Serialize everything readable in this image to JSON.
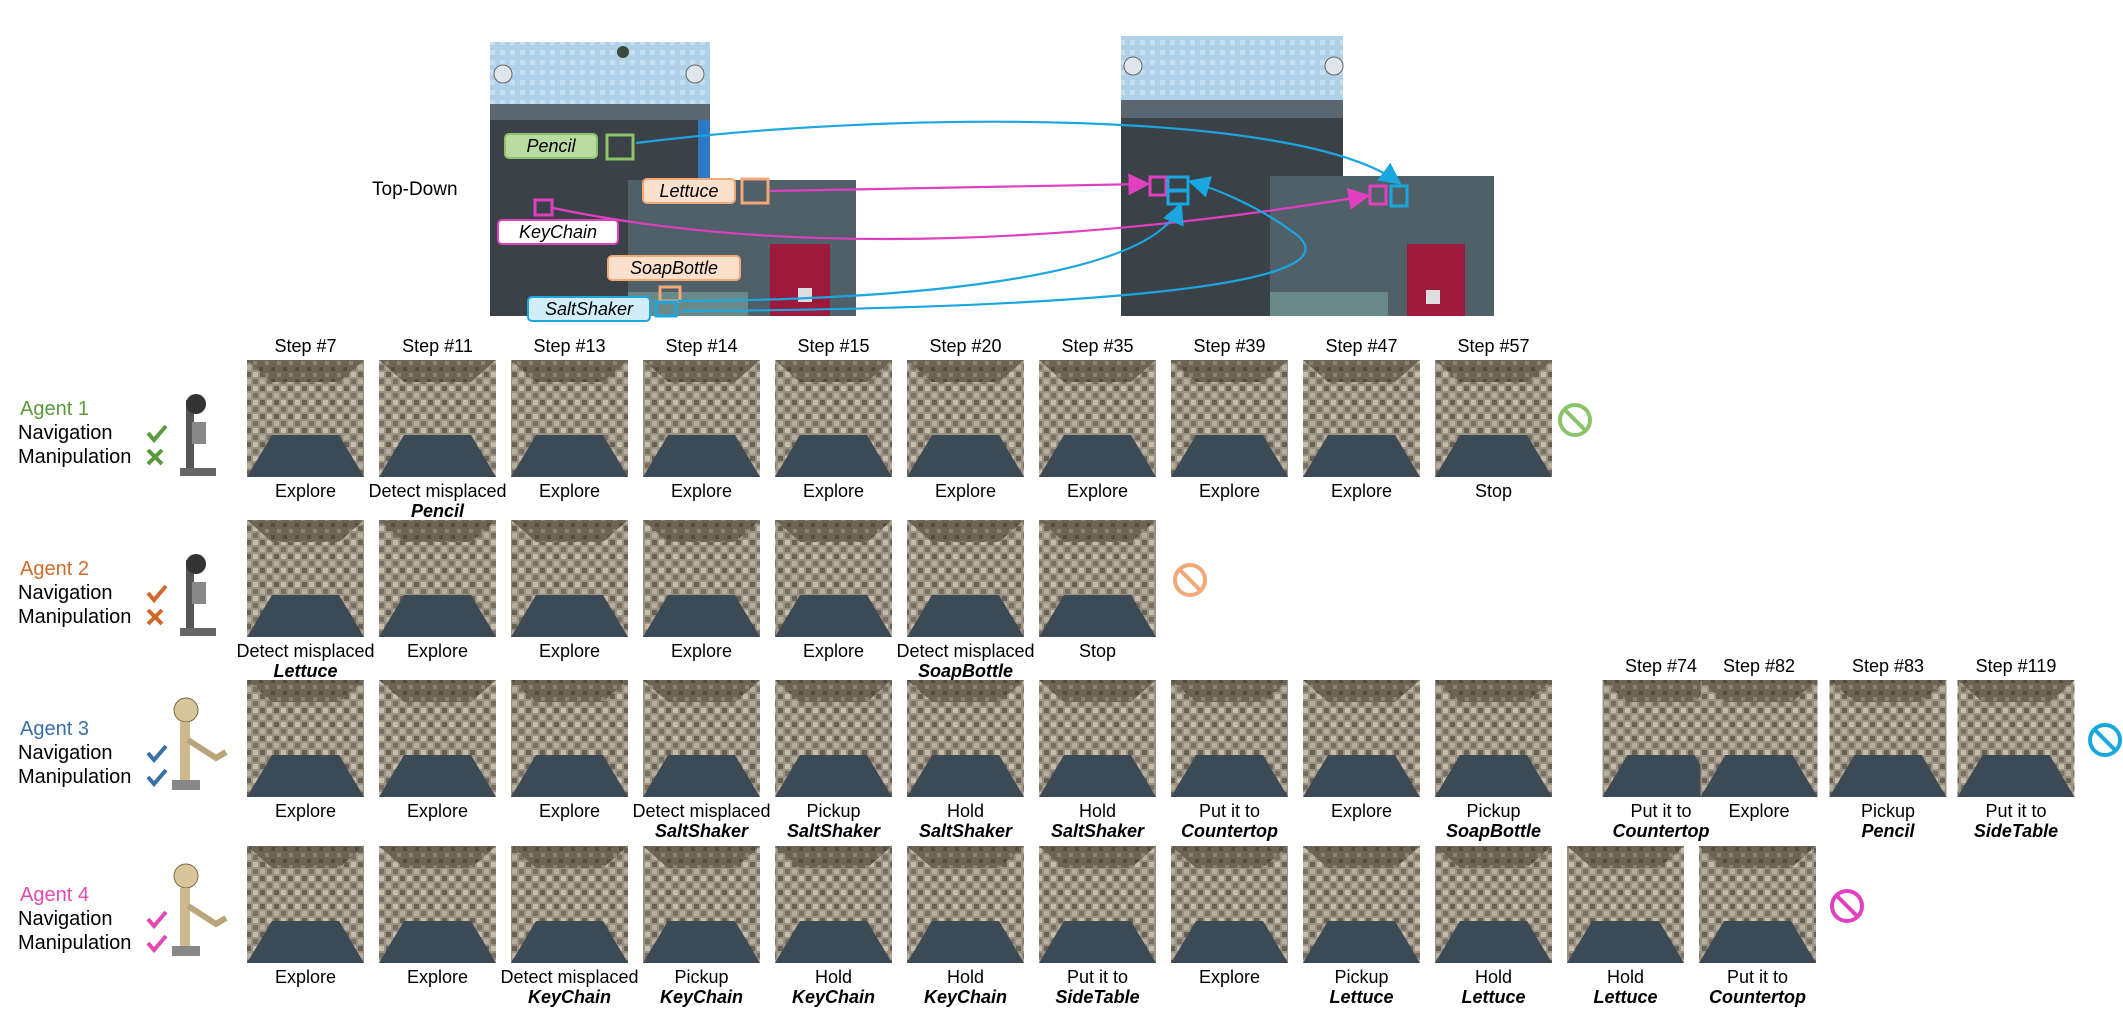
{
  "topdown_label": "Top-Down",
  "colors": {
    "green": "#8cc36a",
    "orange": "#f2a877",
    "pink": "#e040c0",
    "blue": "#1aa7e0",
    "agent1": "#5a9a3c",
    "agent2": "#d06a2a",
    "agent3": "#3a6fa8",
    "agent4": "#e04ab0"
  },
  "object_tags": [
    {
      "label": "Pencil",
      "color": "green"
    },
    {
      "label": "Lettuce",
      "color": "orange"
    },
    {
      "label": "KeyChain",
      "color": "pink"
    },
    {
      "label": "SoapBottle",
      "color": "orange"
    },
    {
      "label": "SaltShaker",
      "color": "blue"
    }
  ],
  "agents": [
    {
      "name": "Agent 1",
      "color": "agent1",
      "navigation_label": "Navigation",
      "manipulation_label": "Manipulation",
      "navigation_ok": true,
      "manipulation_ok": false,
      "robot": "robot-stretch-icon",
      "steps": [
        {
          "step": "Step #7",
          "action": "Explore",
          "object": ""
        },
        {
          "step": "Step #11",
          "action": "Detect misplaced",
          "object": "Pencil"
        },
        {
          "step": "Step #13",
          "action": "Explore",
          "object": ""
        },
        {
          "step": "Step #14",
          "action": "Explore",
          "object": ""
        },
        {
          "step": "Step #15",
          "action": "Explore",
          "object": ""
        },
        {
          "step": "Step #20",
          "action": "Explore",
          "object": ""
        },
        {
          "step": "Step #35",
          "action": "Explore",
          "object": ""
        },
        {
          "step": "Step #39",
          "action": "Explore",
          "object": ""
        },
        {
          "step": "Step #47",
          "action": "Explore",
          "object": ""
        },
        {
          "step": "Step #57",
          "action": "Stop",
          "object": ""
        }
      ]
    },
    {
      "name": "Agent 2",
      "color": "agent2",
      "navigation_label": "Navigation",
      "manipulation_label": "Manipulation",
      "navigation_ok": true,
      "manipulation_ok": false,
      "robot": "robot-stretch-icon",
      "steps": [
        {
          "step": "",
          "action": "Detect misplaced",
          "object": "Lettuce"
        },
        {
          "step": "",
          "action": "Explore",
          "object": ""
        },
        {
          "step": "",
          "action": "Explore",
          "object": ""
        },
        {
          "step": "",
          "action": "Explore",
          "object": ""
        },
        {
          "step": "",
          "action": "Explore",
          "object": ""
        },
        {
          "step": "",
          "action": "Detect misplaced",
          "object": "SoapBottle"
        },
        {
          "step": "",
          "action": "Stop",
          "object": ""
        }
      ]
    },
    {
      "name": "Agent 3",
      "color": "agent3",
      "navigation_label": "Navigation",
      "manipulation_label": "Manipulation",
      "navigation_ok": true,
      "manipulation_ok": true,
      "robot": "robot-arm-icon",
      "steps": [
        {
          "step": "",
          "action": "Explore",
          "object": ""
        },
        {
          "step": "",
          "action": "Explore",
          "object": ""
        },
        {
          "step": "",
          "action": "Explore",
          "object": ""
        },
        {
          "step": "",
          "action": "Detect misplaced",
          "object": "SaltShaker"
        },
        {
          "step": "",
          "action": "Pickup",
          "object": "SaltShaker"
        },
        {
          "step": "",
          "action": "Hold",
          "object": "SaltShaker"
        },
        {
          "step": "",
          "action": "Hold",
          "object": "SaltShaker"
        },
        {
          "step": "",
          "action": "Put it to",
          "object": "Countertop"
        },
        {
          "step": "",
          "action": "Explore",
          "object": ""
        },
        {
          "step": "",
          "action": "Pickup",
          "object": "SoapBottle"
        },
        {
          "step": "Step #74",
          "action": "Put it to",
          "object": "Countertop"
        },
        {
          "step": "Step #82",
          "action": "Explore",
          "object": ""
        },
        {
          "step": "Step #83",
          "action": "Pickup",
          "object": "Pencil"
        },
        {
          "step": "Step #119",
          "action": "Put it to",
          "object": "SideTable"
        }
      ]
    },
    {
      "name": "Agent 4",
      "color": "agent4",
      "navigation_label": "Navigation",
      "manipulation_label": "Manipulation",
      "navigation_ok": true,
      "manipulation_ok": true,
      "robot": "robot-arm-icon",
      "steps": [
        {
          "step": "",
          "action": "Explore",
          "object": ""
        },
        {
          "step": "",
          "action": "Explore",
          "object": ""
        },
        {
          "step": "",
          "action": "Detect misplaced",
          "object": "KeyChain"
        },
        {
          "step": "",
          "action": "Pickup",
          "object": "KeyChain"
        },
        {
          "step": "",
          "action": "Hold",
          "object": "KeyChain"
        },
        {
          "step": "",
          "action": "Hold",
          "object": "KeyChain"
        },
        {
          "step": "",
          "action": "Put it to",
          "object": "SideTable"
        },
        {
          "step": "",
          "action": "Explore",
          "object": ""
        },
        {
          "step": "",
          "action": "Pickup",
          "object": "Lettuce"
        },
        {
          "step": "",
          "action": "Hold",
          "object": "Lettuce"
        },
        {
          "step": "",
          "action": "Hold",
          "object": "Lettuce"
        },
        {
          "step": "",
          "action": "Put it to",
          "object": "Countertop"
        }
      ]
    }
  ]
}
